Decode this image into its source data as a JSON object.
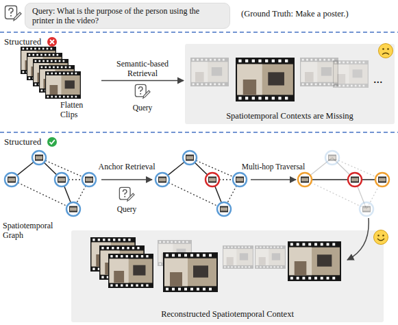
{
  "diagram": {
    "nodes": [
      {
        "text": [
          "Query: What is the purpose of the person using the printer in the video?"
        ]
      },
      {
        "text": [
          "Flatten Clips"
        ]
      },
      {
        "text": [
          "Spatiotemporal Contexts are Missing"
        ]
      },
      {
        "text": [
          "Spatiotemporal Graph"
        ]
      },
      {
        "text": [
          "Reconstructed Spatiotemporal Context"
        ]
      }
    ],
    "edges": [
      {
        "from": 1,
        "to": 2,
        "arrow": "to",
        "label": "Semantic-based Retrieval"
      }
    ],
    "labels": [
      "(Ground Truth: Make a poster.)",
      "Structured",
      "Query",
      "...",
      "Structured",
      "Anchor Retrieval",
      "Multi-hop Traversal",
      "Query"
    ]
  }
}
